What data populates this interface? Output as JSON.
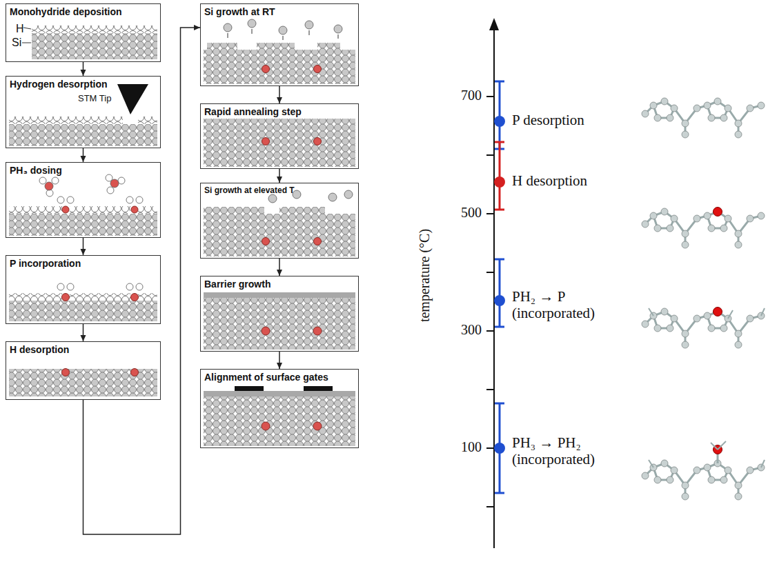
{
  "diagram": {
    "nodes": [
      {
        "text": [
          "Monohydride deposition",
          "H",
          "Si"
        ]
      },
      {
        "text": [
          "Hydrogen desorption",
          "STM Tip"
        ]
      },
      {
        "text": [
          "PH₃ dosing"
        ]
      },
      {
        "text": [
          "P incorporation"
        ]
      },
      {
        "text": [
          "H desorption"
        ]
      },
      {
        "text": [
          "Si growth at RT"
        ]
      },
      {
        "text": [
          "Rapid annealing step"
        ]
      },
      {
        "text": [
          "Si growth at elevated T"
        ]
      },
      {
        "text": [
          "Barrier growth"
        ]
      },
      {
        "text": [
          "Alignment of surface gates"
        ]
      }
    ],
    "edges": [
      {
        "from": 0,
        "to": 1,
        "arrow": "to"
      },
      {
        "from": 1,
        "to": 2,
        "arrow": "to"
      },
      {
        "from": 2,
        "to": 3,
        "arrow": "to"
      },
      {
        "from": 3,
        "to": 4,
        "arrow": "to"
      },
      {
        "from": 4,
        "to": 5,
        "arrow": "to"
      },
      {
        "from": 5,
        "to": 6,
        "arrow": "to"
      },
      {
        "from": 6,
        "to": 7,
        "arrow": "to"
      },
      {
        "from": 7,
        "to": 8,
        "arrow": "to"
      },
      {
        "from": 8,
        "to": 9,
        "arrow": "to"
      }
    ],
    "labels": [
      "700",
      "500",
      "300",
      "100",
      "temperature (°C)",
      "P desorption",
      "H desorption",
      "PH₂ → P (incorporated)",
      "PH₃ → PH₂ (incorporated)"
    ]
  }
}
